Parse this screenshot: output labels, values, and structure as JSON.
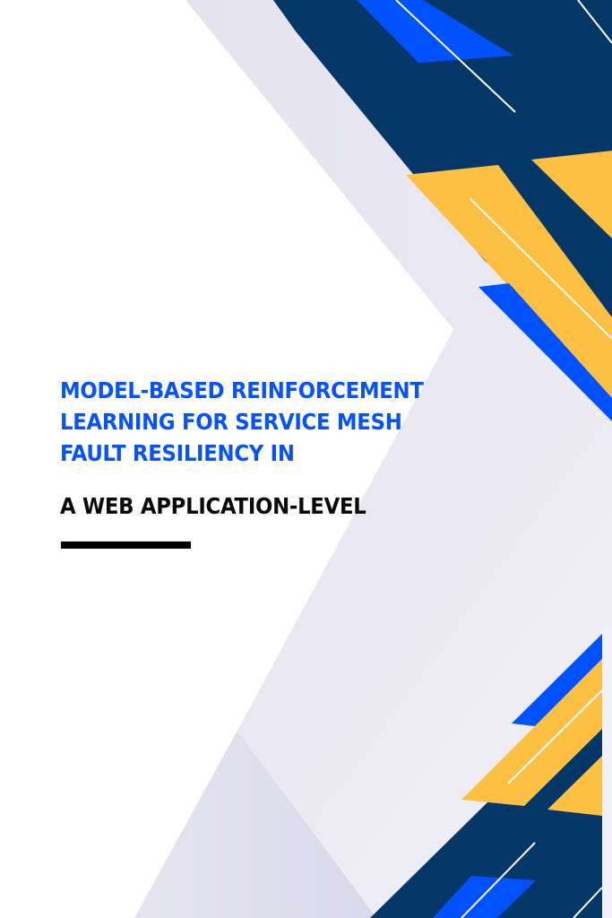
{
  "cover": {
    "title_lines": [
      "MODEL-BASED REINFORCEMENT",
      "LEARNING FOR SERVICE MESH",
      "FAULT RESILIENCY IN"
    ],
    "subtitle": "A WEB APPLICATION-LEVEL"
  },
  "colors": {
    "title_blue": "#0652ff",
    "subtitle_black": "#0a0a0a",
    "navy": "#033768",
    "bright_blue": "#0051ff",
    "yellow": "#fdc043",
    "light_panel": "#e6e5f1",
    "background": "#ffffff"
  }
}
